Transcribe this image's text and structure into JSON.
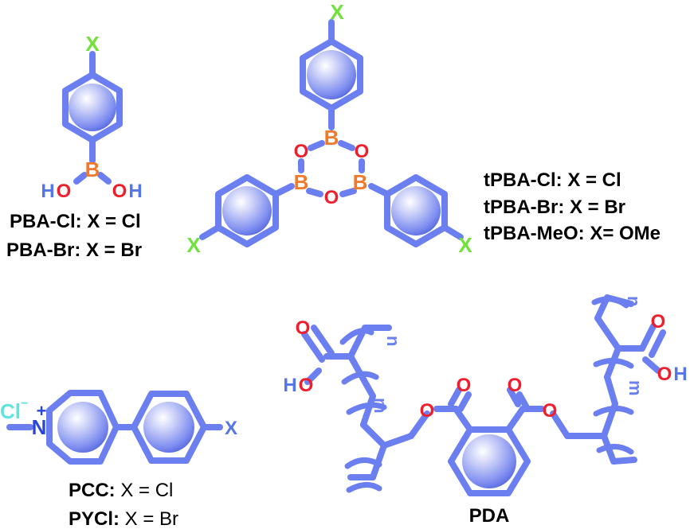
{
  "colors": {
    "bond": "#6b7ff0",
    "boron": "#f07a2a",
    "oxygen": "#ee1e2c",
    "halogen": "#6fe23a",
    "nitrogen": "#2846d8",
    "chloride": "#5fe4e0",
    "hydrogen": "#5575ea"
  },
  "pba": {
    "x_label": "X",
    "b_label": "B",
    "o_label": "O",
    "h_label": "H",
    "caption_1": "PBA-Cl: X = Cl",
    "caption_2": "PBA-Br: X = Br"
  },
  "tpba": {
    "x_label": "X",
    "b_label": "B",
    "o_label": "O",
    "caption_1": "tPBA-Cl: X = Cl",
    "caption_2": "tPBA-Br: X = Br",
    "caption_3": "tPBA-MeO: X= OMe"
  },
  "pycl": {
    "counterion": "Cl",
    "counterion_charge": "−",
    "n_label": "N",
    "n_charge": "+",
    "x_label": "X",
    "caption_1_name": "PCC:",
    "caption_1_rest": " X = Cl",
    "caption_2_name": "PYCl:",
    "caption_2_rest": " X = Br"
  },
  "pda": {
    "o_label": "O",
    "h_label": "H",
    "sub_n": "n",
    "sub_m": "m",
    "caption": "PDA"
  }
}
